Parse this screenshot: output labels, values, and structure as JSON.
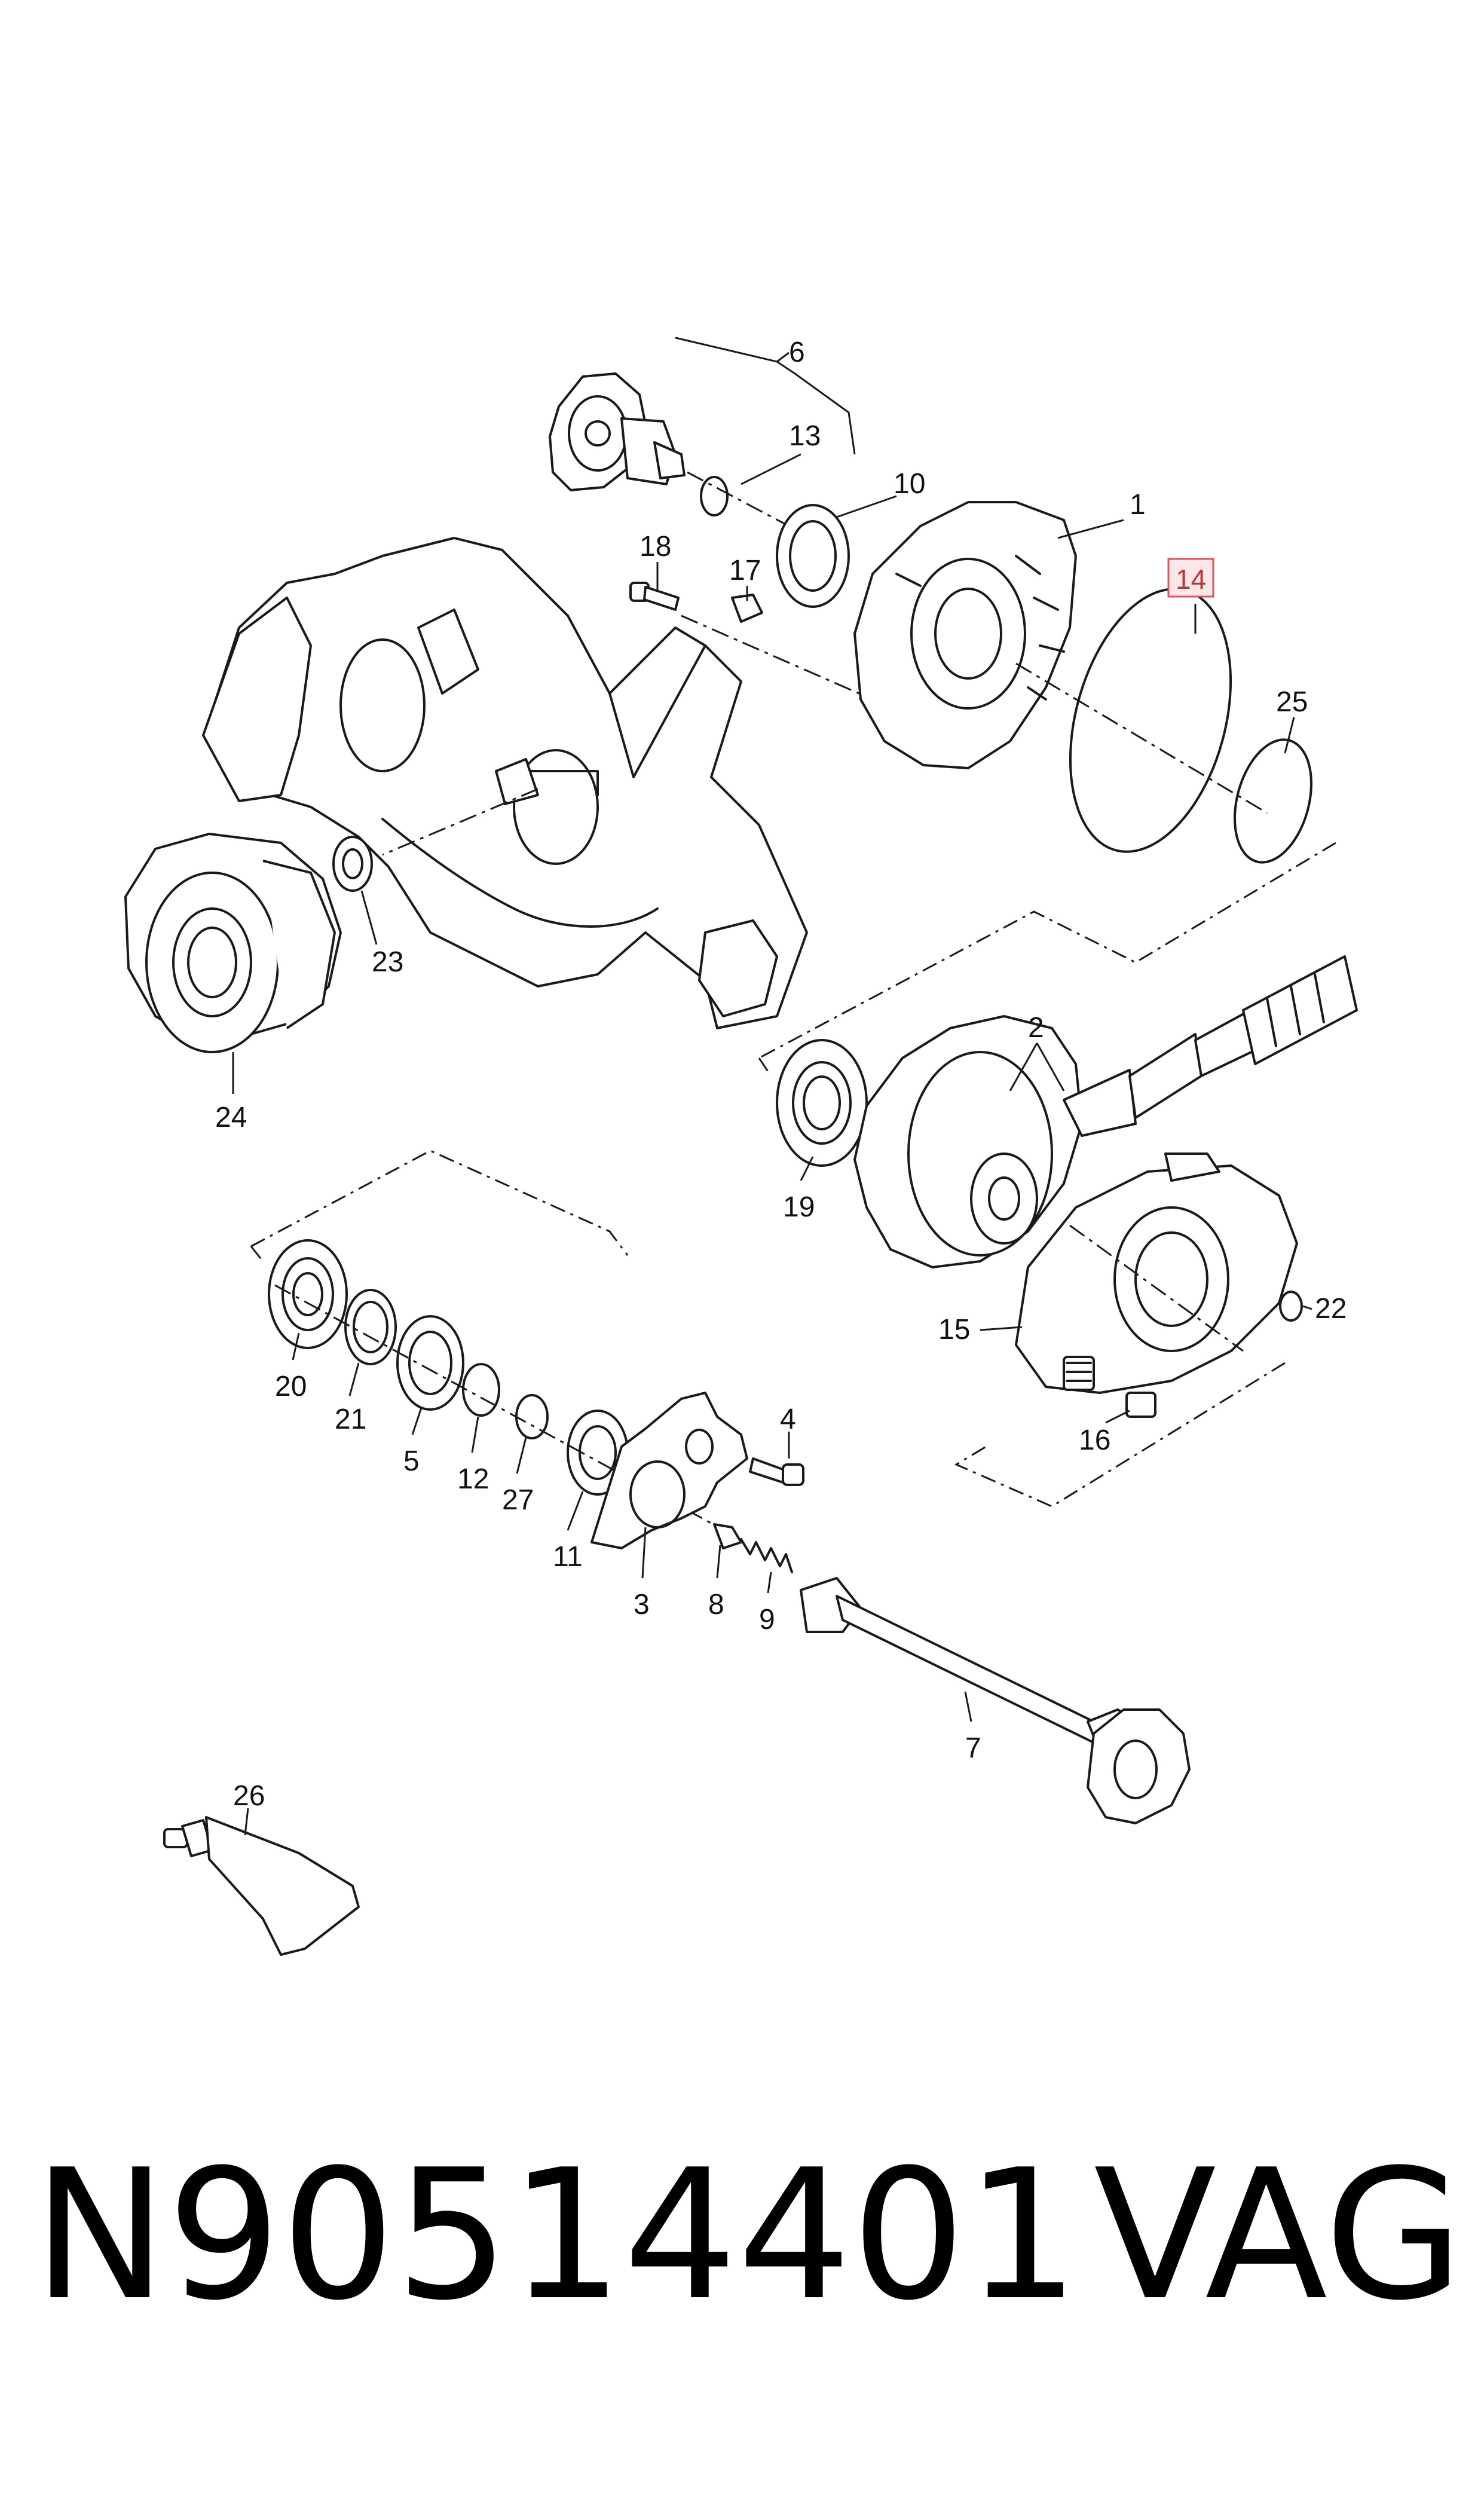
{
  "diagram": {
    "highlighted_callout": "14",
    "callouts": {
      "c1": "1",
      "c2": "2",
      "c3": "3",
      "c4": "4",
      "c5": "5",
      "c6": "6",
      "c7": "7",
      "c8": "8",
      "c9": "9",
      "c10": "10",
      "c11": "11",
      "c12": "12",
      "c13": "13",
      "c14": "14",
      "c15": "15",
      "c16": "16",
      "c17": "17",
      "c18": "18",
      "c19": "19",
      "c20": "20",
      "c21": "21",
      "c22": "22",
      "c23": "23",
      "c24": "24",
      "c25": "25",
      "c26": "26",
      "c27": "27"
    }
  },
  "footer": {
    "part_number": "N90514401",
    "brand": "VAG"
  }
}
